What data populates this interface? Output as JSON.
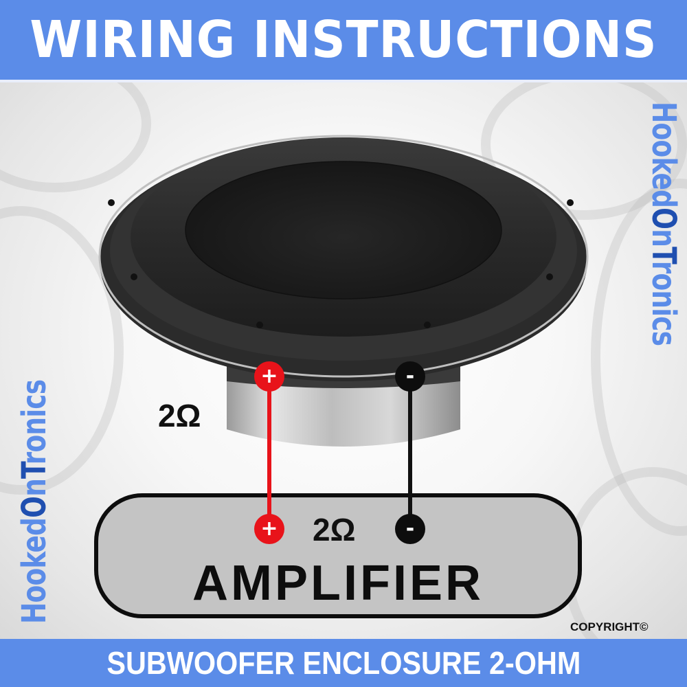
{
  "header": {
    "title": "WIRING INSTRUCTIONS"
  },
  "footer": {
    "title": "SUBWOOFER ENCLOSURE 2-OHM"
  },
  "brand": {
    "part1": "Hooked",
    "part2": "O",
    "part3": "n",
    "part4": "T",
    "part5": "ronics",
    "full": "HookedOnTronics"
  },
  "speaker": {
    "impedance_label": "2Ω",
    "positive_terminal": "+",
    "negative_terminal": "-"
  },
  "amplifier": {
    "label": "AMPLIFIER",
    "impedance_label": "2Ω",
    "positive_terminal": "+",
    "negative_terminal": "-"
  },
  "copyright": "COPYRIGHT©",
  "colors": {
    "banner_blue": "#5b8ce8",
    "brand_dark_blue": "#1f4fb0",
    "positive_red": "#e8131a",
    "negative_black": "#0d0d0d",
    "amplifier_gray": "#c4c4c4"
  }
}
